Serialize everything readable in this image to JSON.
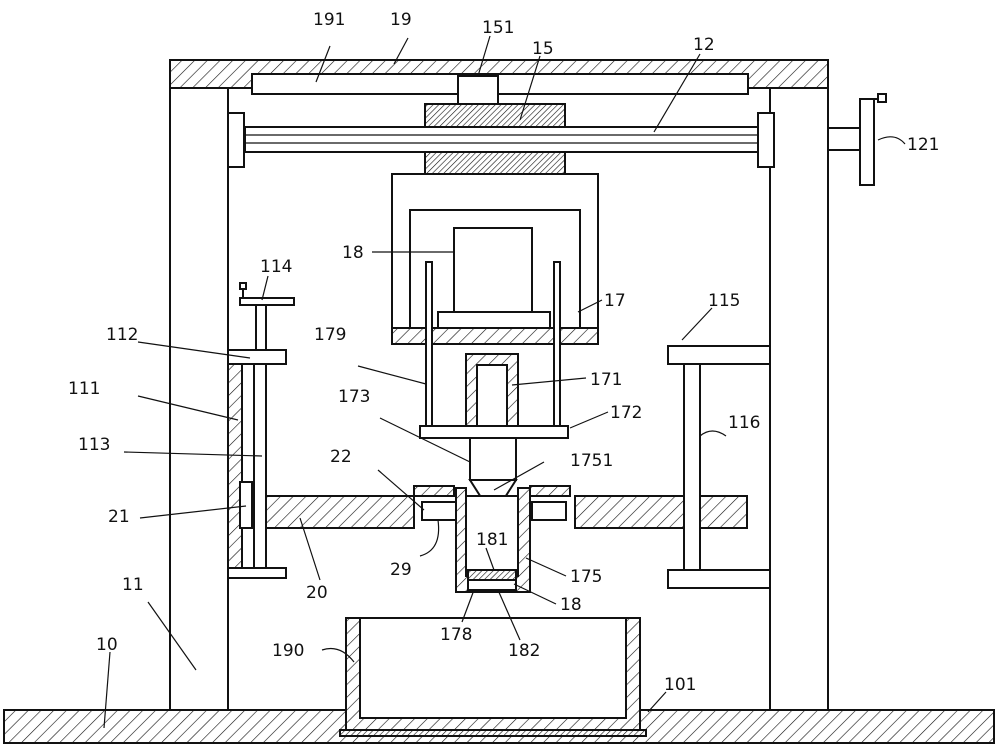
{
  "labels": {
    "l191": "191",
    "l19": "19",
    "l151": "151",
    "l15": "15",
    "l12": "12",
    "l121": "121",
    "l18a": "18",
    "l17": "17",
    "l114": "114",
    "l115": "115",
    "l112": "112",
    "l179": "179",
    "l171": "171",
    "l111": "111",
    "l173": "173",
    "l172": "172",
    "l113": "113",
    "l116": "116",
    "l22": "22",
    "l1751": "1751",
    "l21": "21",
    "l181": "181",
    "l29": "29",
    "l175": "175",
    "l20": "20",
    "l11": "11",
    "l18b": "18",
    "l10": "10",
    "l190": "190",
    "l178": "178",
    "l182": "182",
    "l101": "101"
  }
}
